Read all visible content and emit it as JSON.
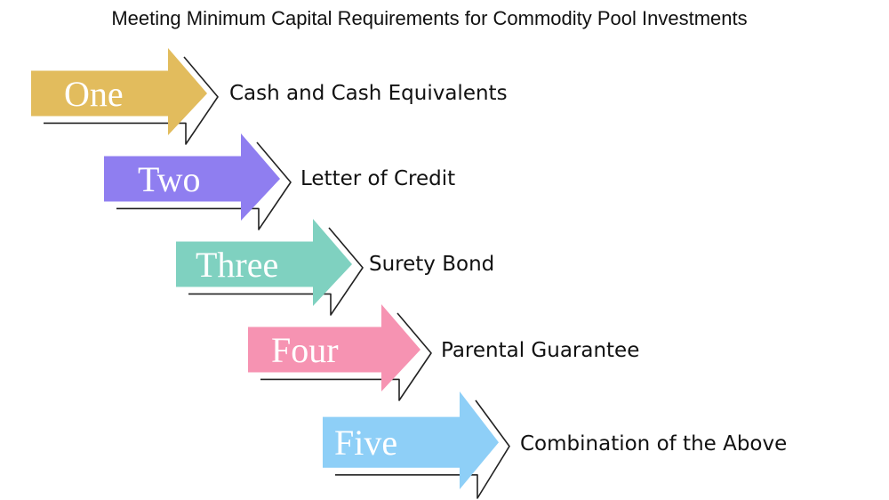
{
  "title": "Meeting Minimum Capital Requirements for Commodity Pool Investments",
  "steps": [
    {
      "number": "One",
      "text": "Cash and Cash Equivalents",
      "color": "#e2bc5d"
    },
    {
      "number": "Two",
      "text": "Letter of Credit",
      "color": "#8f7ef0"
    },
    {
      "number": "Three",
      "text": "Surety Bond",
      "color": "#7fd1c0"
    },
    {
      "number": "Four",
      "text": "Parental Guarantee",
      "color": "#f693b2"
    },
    {
      "number": "Five",
      "text": "Combination of the Above",
      "color": "#8ecff7"
    }
  ]
}
